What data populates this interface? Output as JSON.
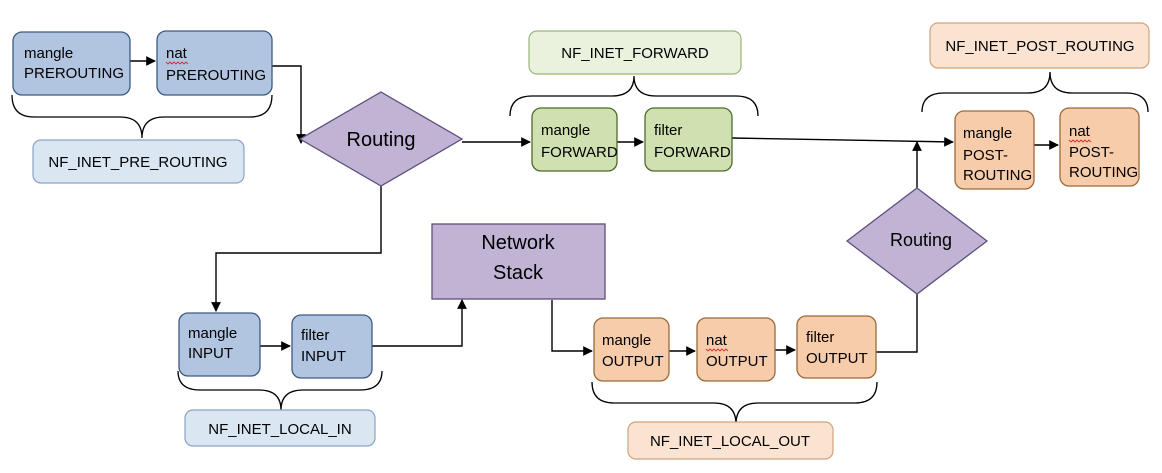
{
  "hooks": {
    "pre_routing": "NF_INET_PRE_ROUTING",
    "forward": "NF_INET_FORWARD",
    "post_routing": "NF_INET_POST_ROUTING",
    "local_in": "NF_INET_LOCAL_IN",
    "local_out": "NF_INET_LOCAL_OUT"
  },
  "chains": {
    "mangle_prerouting": [
      "mangle",
      "PREROUTING"
    ],
    "nat_prerouting": [
      "nat",
      "PREROUTING"
    ],
    "mangle_forward": [
      "mangle",
      "FORWARD"
    ],
    "filter_forward": [
      "filter",
      "FORWARD"
    ],
    "mangle_postrouting": [
      "mangle",
      "POST-",
      "ROUTING"
    ],
    "nat_postrouting": [
      "nat",
      "POST-",
      "ROUTING"
    ],
    "mangle_input": [
      "mangle",
      "INPUT"
    ],
    "filter_input": [
      "filter",
      "INPUT"
    ],
    "mangle_output": [
      "mangle",
      "OUTPUT"
    ],
    "nat_output": [
      "nat",
      "OUTPUT"
    ],
    "filter_output": [
      "filter",
      "OUTPUT"
    ]
  },
  "decisions": {
    "routing_main": "Routing",
    "routing_output": "Routing"
  },
  "network_stack": [
    "Network",
    "Stack"
  ],
  "colors": {
    "prerouting_input": "#b2c5e0",
    "forward": "#cfe0b1",
    "output_postrouting": "#f7ccaa",
    "decision": "#c0b3d4"
  }
}
